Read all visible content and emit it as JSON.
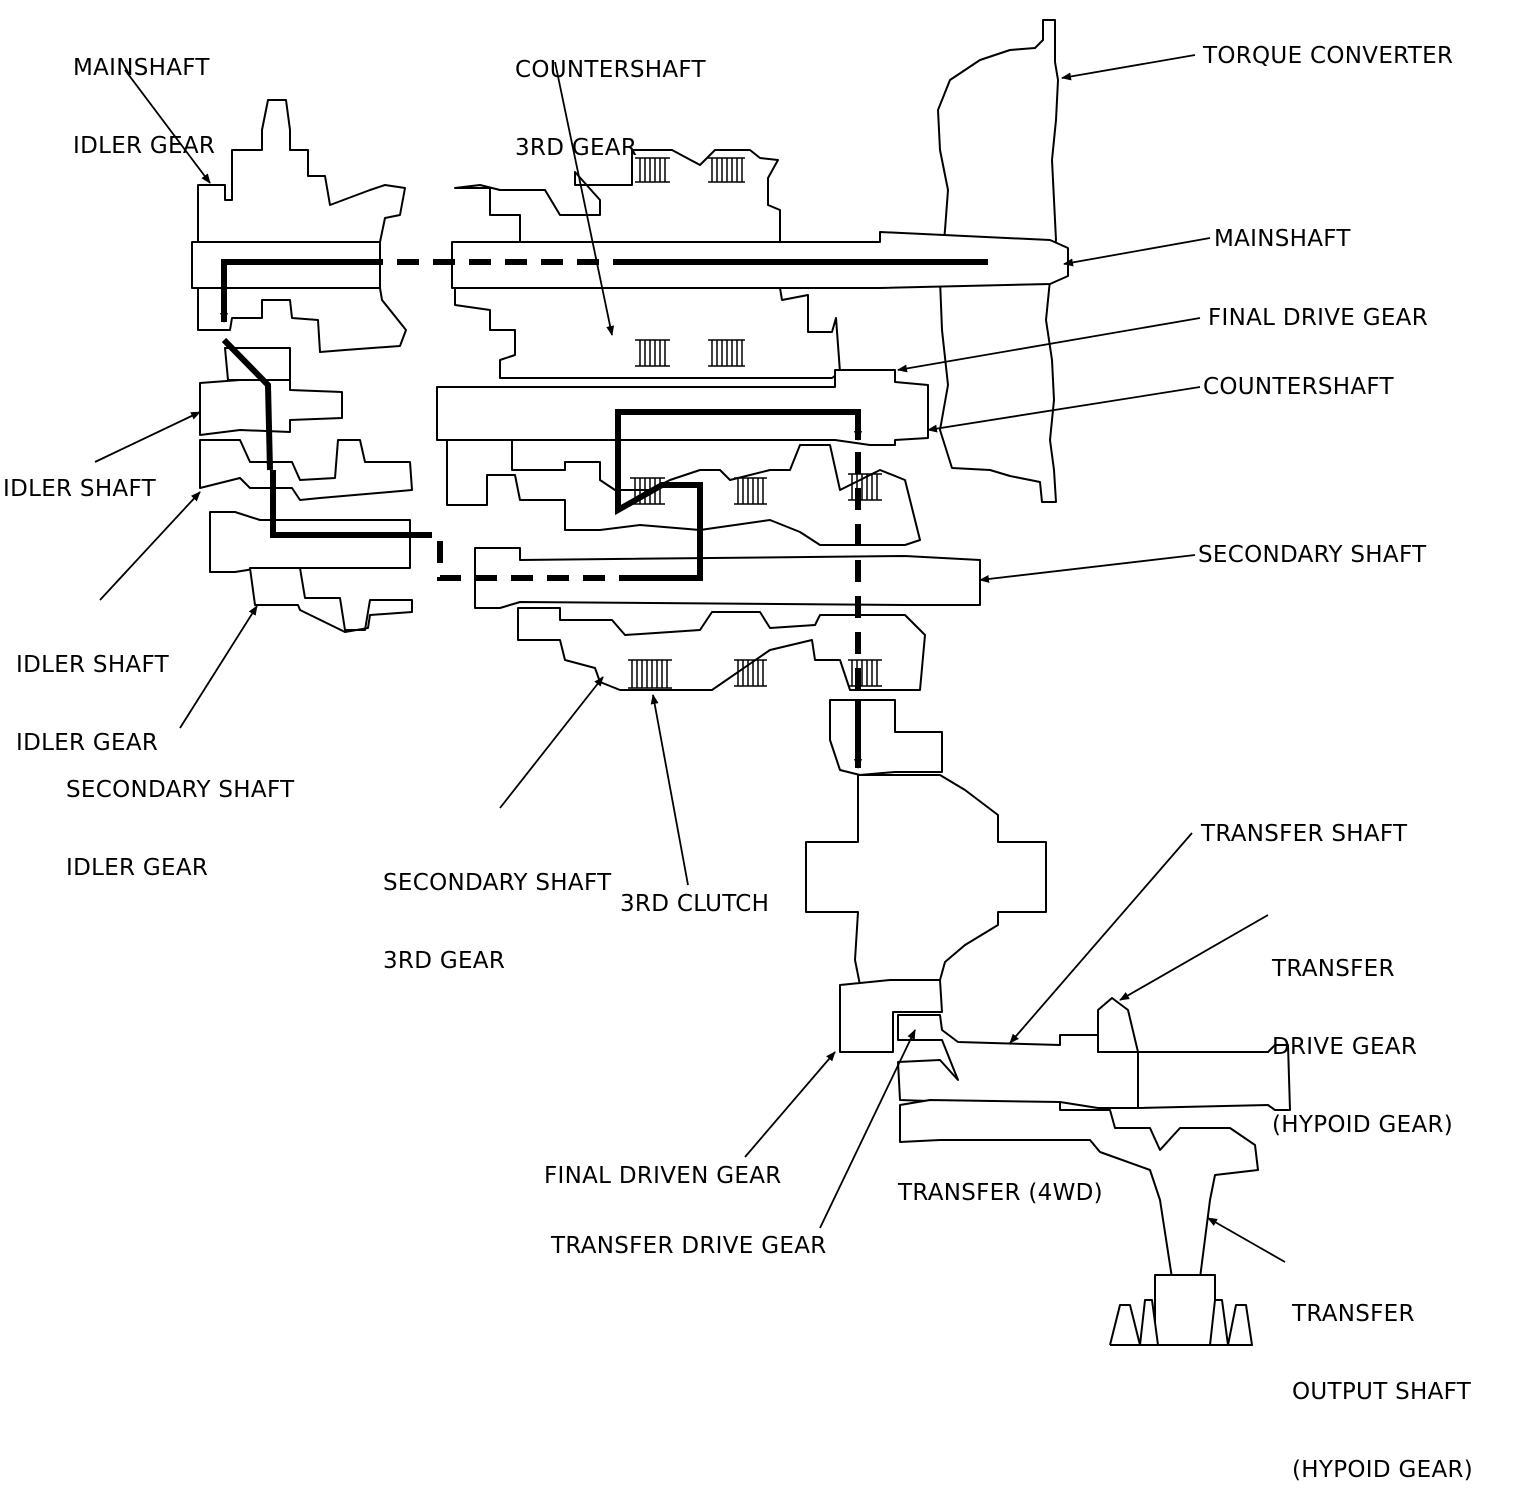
{
  "labels": {
    "mainshaft_idler_gear": [
      "MAINSHAFT",
      "IDLER GEAR"
    ],
    "countershaft_3rd_gear": [
      "COUNTERSHAFT",
      "3RD GEAR"
    ],
    "torque_converter": "TORQUE CONVERTER",
    "mainshaft": "MAINSHAFT",
    "final_drive_gear": "FINAL DRIVE GEAR",
    "countershaft": "COUNTERSHAFT",
    "idler_shaft": "IDLER SHAFT",
    "secondary_shaft": "SECONDARY SHAFT",
    "idler_shaft_idler_gear": [
      "IDLER SHAFT",
      "IDLER GEAR"
    ],
    "secondary_shaft_idler_gear": [
      "SECONDARY SHAFT",
      "IDLER GEAR"
    ],
    "secondary_shaft_3rd_gear": [
      "SECONDARY SHAFT",
      "3RD GEAR"
    ],
    "third_clutch": "3RD CLUTCH",
    "transfer_shaft": "TRANSFER SHAFT",
    "transfer_drive_gear_hypoid": [
      "TRANSFER",
      "DRIVE GEAR",
      "(HYPOID GEAR)"
    ],
    "final_driven_gear": "FINAL DRIVEN GEAR",
    "transfer_4wd": "TRANSFER (4WD)",
    "transfer_drive_gear": "TRANSFER DRIVE GEAR",
    "transfer_output_shaft_hypoid": [
      "TRANSFER",
      "OUTPUT SHAFT",
      "(HYPOID GEAR)"
    ]
  },
  "colors": {
    "ink": "#000000",
    "background": "#ffffff"
  }
}
